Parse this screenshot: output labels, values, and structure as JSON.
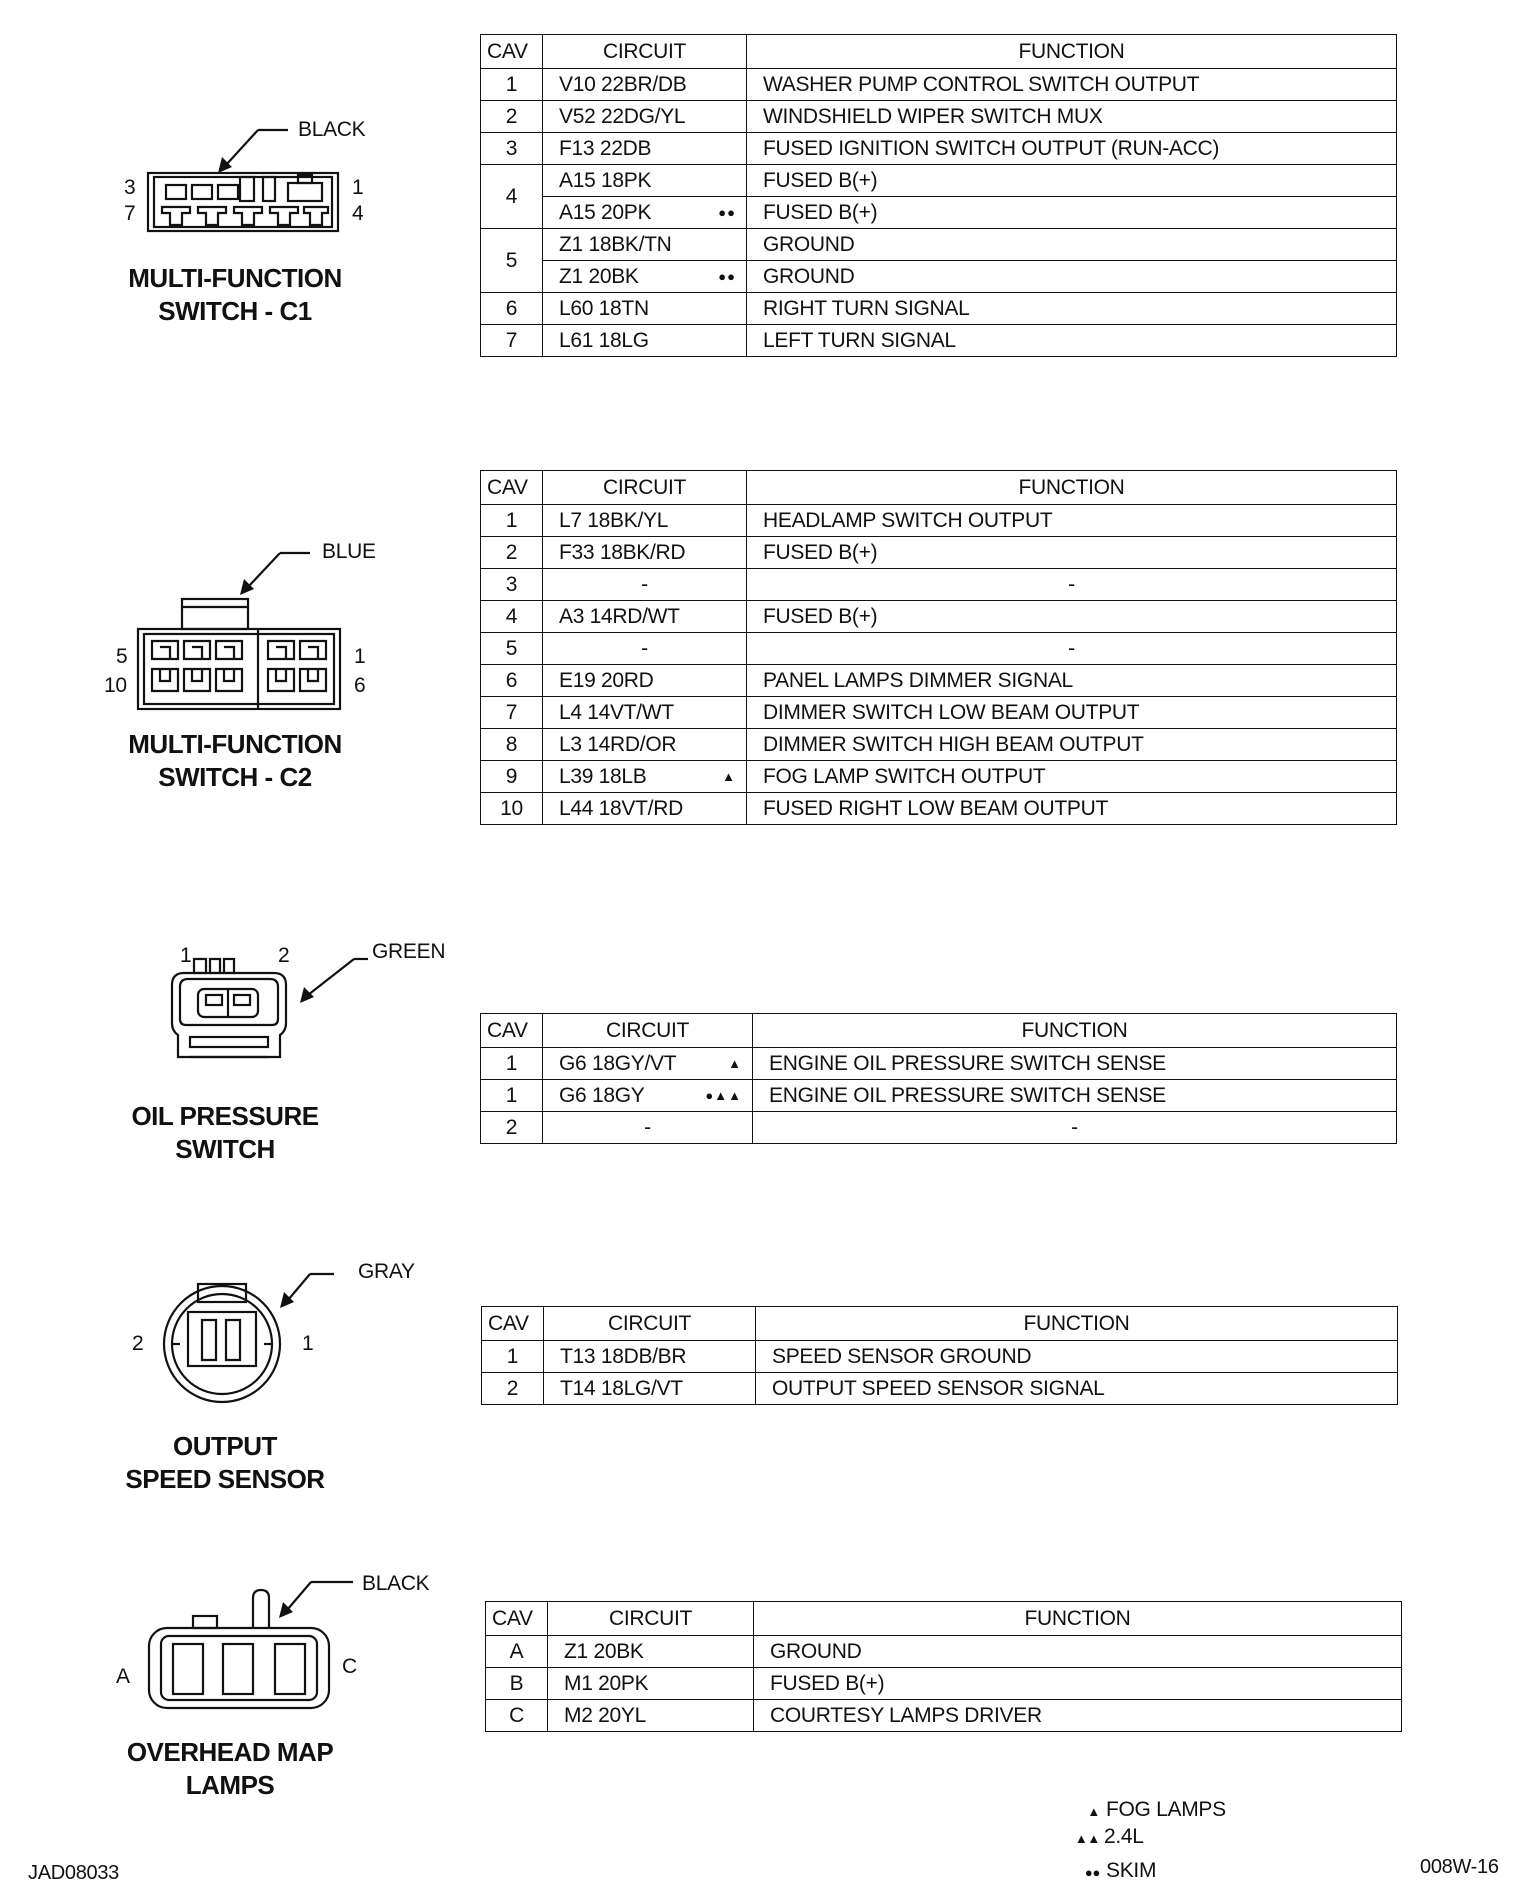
{
  "connectors": [
    {
      "id": "c1",
      "title_lines": [
        "MULTI-FUNCTION",
        "SWITCH - C1"
      ],
      "color": "BLACK",
      "pin_labels": [
        "3",
        "7",
        "1",
        "4"
      ],
      "columns": {
        "cav": "CAV",
        "circuit": "CIRCUIT",
        "function": "FUNCTION"
      },
      "rows": [
        {
          "cav": "1",
          "circuit": "V10 22BR/DB",
          "mark": "",
          "function": "WASHER PUMP CONTROL SWITCH OUTPUT"
        },
        {
          "cav": "2",
          "circuit": "V52 22DG/YL",
          "mark": "",
          "function": "WINDSHIELD WIPER SWITCH MUX"
        },
        {
          "cav": "3",
          "circuit": "F13 22DB",
          "mark": "",
          "function": "FUSED IGNITION SWITCH OUTPUT (RUN-ACC)"
        },
        {
          "cav": "4",
          "circuit": "A15 18PK",
          "mark": "",
          "function": "FUSED B(+)"
        },
        {
          "cav": "",
          "circuit": "A15 20PK",
          "mark": "●●",
          "function": "FUSED B(+)"
        },
        {
          "cav": "5",
          "circuit": "Z1 18BK/TN",
          "mark": "",
          "function": "GROUND"
        },
        {
          "cav": "",
          "circuit": "Z1 20BK",
          "mark": "●●",
          "function": "GROUND"
        },
        {
          "cav": "6",
          "circuit": "L60 18TN",
          "mark": "",
          "function": "RIGHT TURN SIGNAL"
        },
        {
          "cav": "7",
          "circuit": "L61 18LG",
          "mark": "",
          "function": "LEFT TURN SIGNAL"
        }
      ]
    },
    {
      "id": "c2",
      "title_lines": [
        "MULTI-FUNCTION",
        "SWITCH - C2"
      ],
      "color": "BLUE",
      "pin_labels": [
        "5",
        "10",
        "1",
        "6"
      ],
      "columns": {
        "cav": "CAV",
        "circuit": "CIRCUIT",
        "function": "FUNCTION"
      },
      "rows": [
        {
          "cav": "1",
          "circuit": "L7 18BK/YL",
          "mark": "",
          "function": "HEADLAMP SWITCH OUTPUT"
        },
        {
          "cav": "2",
          "circuit": "F33 18BK/RD",
          "mark": "",
          "function": "FUSED B(+)"
        },
        {
          "cav": "3",
          "circuit": "-",
          "mark": "",
          "function": "-"
        },
        {
          "cav": "4",
          "circuit": "A3 14RD/WT",
          "mark": "",
          "function": "FUSED B(+)"
        },
        {
          "cav": "5",
          "circuit": "-",
          "mark": "",
          "function": "-"
        },
        {
          "cav": "6",
          "circuit": "E19 20RD",
          "mark": "",
          "function": "PANEL LAMPS DIMMER SIGNAL"
        },
        {
          "cav": "7",
          "circuit": "L4 14VT/WT",
          "mark": "",
          "function": "DIMMER SWITCH LOW BEAM OUTPUT"
        },
        {
          "cav": "8",
          "circuit": "L3 14RD/OR",
          "mark": "",
          "function": "DIMMER SWITCH HIGH BEAM OUTPUT"
        },
        {
          "cav": "9",
          "circuit": "L39 18LB",
          "mark": "▲",
          "function": "FOG LAMP SWITCH OUTPUT"
        },
        {
          "cav": "10",
          "circuit": "L44 18VT/RD",
          "mark": "",
          "function": "FUSED RIGHT LOW BEAM OUTPUT"
        }
      ]
    },
    {
      "id": "oil",
      "title_lines": [
        "OIL PRESSURE",
        "SWITCH"
      ],
      "color": "GREEN",
      "pin_labels": [
        "1",
        "2"
      ],
      "columns": {
        "cav": "CAV",
        "circuit": "CIRCUIT",
        "function": "FUNCTION"
      },
      "rows": [
        {
          "cav": "1",
          "circuit": "G6 18GY/VT",
          "mark": "▲",
          "function": "ENGINE OIL PRESSURE SWITCH SENSE"
        },
        {
          "cav": "1",
          "circuit": "G6 18GY",
          "mark": "●▲▲",
          "function": "ENGINE OIL PRESSURE SWITCH SENSE"
        },
        {
          "cav": "2",
          "circuit": "-",
          "mark": "",
          "function": "-"
        }
      ]
    },
    {
      "id": "oss",
      "title_lines": [
        "OUTPUT",
        "SPEED SENSOR"
      ],
      "color": "GRAY",
      "pin_labels": [
        "2",
        "1"
      ],
      "columns": {
        "cav": "CAV",
        "circuit": "CIRCUIT",
        "function": "FUNCTION"
      },
      "rows": [
        {
          "cav": "1",
          "circuit": "T13 18DB/BR",
          "mark": "",
          "function": "SPEED SENSOR GROUND"
        },
        {
          "cav": "2",
          "circuit": "T14 18LG/VT",
          "mark": "",
          "function": "OUTPUT SPEED SENSOR SIGNAL"
        }
      ]
    },
    {
      "id": "map",
      "title_lines": [
        "OVERHEAD MAP",
        "LAMPS"
      ],
      "color": "BLACK",
      "pin_labels": [
        "A",
        "C"
      ],
      "columns": {
        "cav": "CAV",
        "circuit": "CIRCUIT",
        "function": "FUNCTION"
      },
      "rows": [
        {
          "cav": "A",
          "circuit": "Z1 20BK",
          "mark": "",
          "function": "GROUND"
        },
        {
          "cav": "B",
          "circuit": "M1 20PK",
          "mark": "",
          "function": "FUSED B(+)"
        },
        {
          "cav": "C",
          "circuit": "M2 20YL",
          "mark": "",
          "function": "COURTESY LAMPS DRIVER"
        }
      ]
    }
  ],
  "legend": [
    {
      "symbol": "▲",
      "text": "FOG LAMPS"
    },
    {
      "symbol": "▲▲",
      "text": "2.4L"
    },
    {
      "symbol": "●●",
      "text": "SKIM"
    }
  ],
  "footer": {
    "left": "JAD08033",
    "right": "008W-16"
  }
}
